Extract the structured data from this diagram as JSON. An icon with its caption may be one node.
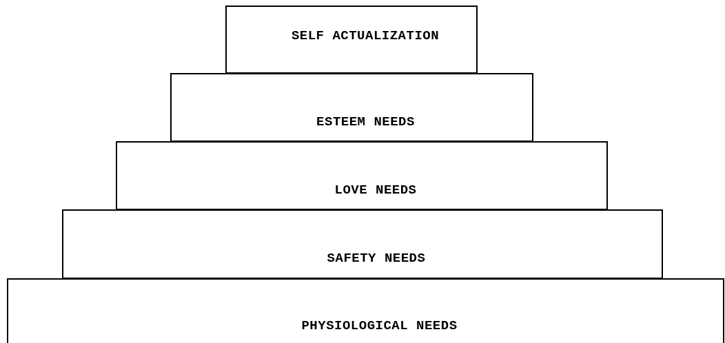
{
  "diagram": {
    "nodes": [
      {
        "text": [
          "SELF ACTUALIZATION"
        ]
      },
      {
        "text": [
          "ESTEEM NEEDS"
        ]
      },
      {
        "text": [
          "LOVE NEEDS"
        ]
      },
      {
        "text": [
          "SAFETY NEEDS"
        ]
      },
      {
        "text": [
          "PHYSIOLOGICAL NEEDS"
        ]
      }
    ]
  }
}
